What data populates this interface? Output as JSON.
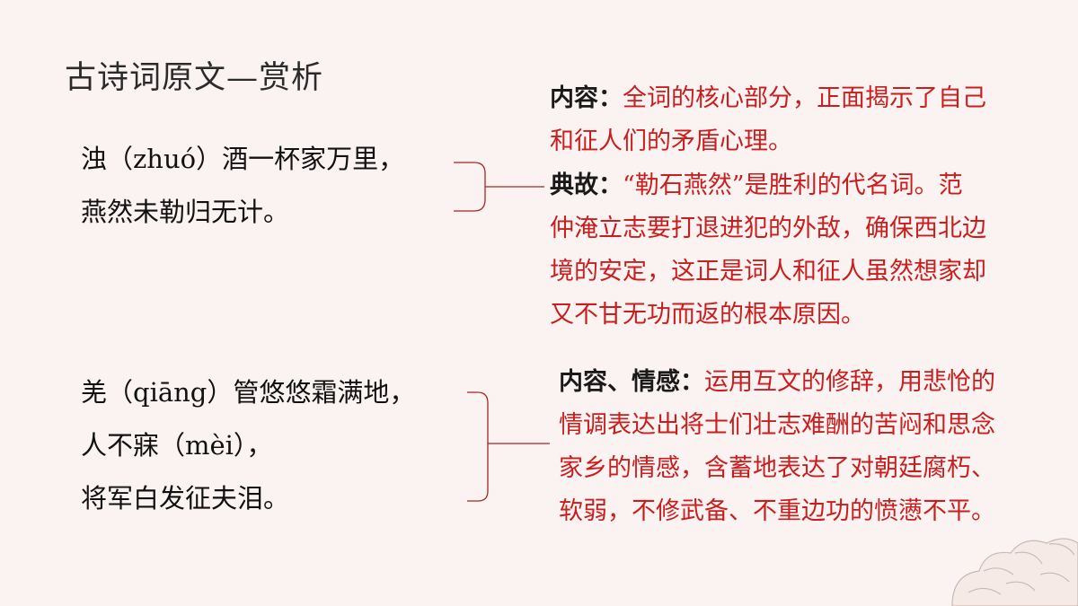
{
  "title": "古诗词原文—赏析",
  "stanza1": {
    "lines": [
      "浊（zhuó）酒一杯家万里，",
      "燕然未勒归无计。"
    ]
  },
  "stanza2": {
    "lines": [
      "羌（qiāng）管悠悠霜满地，",
      "人不寐（mèi），",
      "将军白发征夫泪。"
    ]
  },
  "note1": {
    "label": "内容：",
    "line1": "全词的核心部分，正面揭示了自己",
    "line2": "和征人们的矛盾心理。"
  },
  "note2": {
    "label": "典故：",
    "line1": "“勒石燕然”是胜利的代名词。范",
    "line2": "仲淹立志要打退进犯的外敌，确保西北边",
    "line3": "境的安定，这正是词人和征人虽然想家却",
    "line4": "又不甘无功而返的根本原因。"
  },
  "note3": {
    "label": "内容、情感：",
    "line1": "运用互文的修辞，用悲怆的",
    "line2": "情调表达出将士们壮志难酬的苦闷和思念",
    "line3": "家乡的情感，含蓄地表达了对朝廷腐朽、",
    "line4": "软弱，不修武备、不重边功的愤懑不平。"
  },
  "colors": {
    "background": "#fbf3f2",
    "accent_red": "#c81e1e",
    "bracket": "#a32626"
  }
}
